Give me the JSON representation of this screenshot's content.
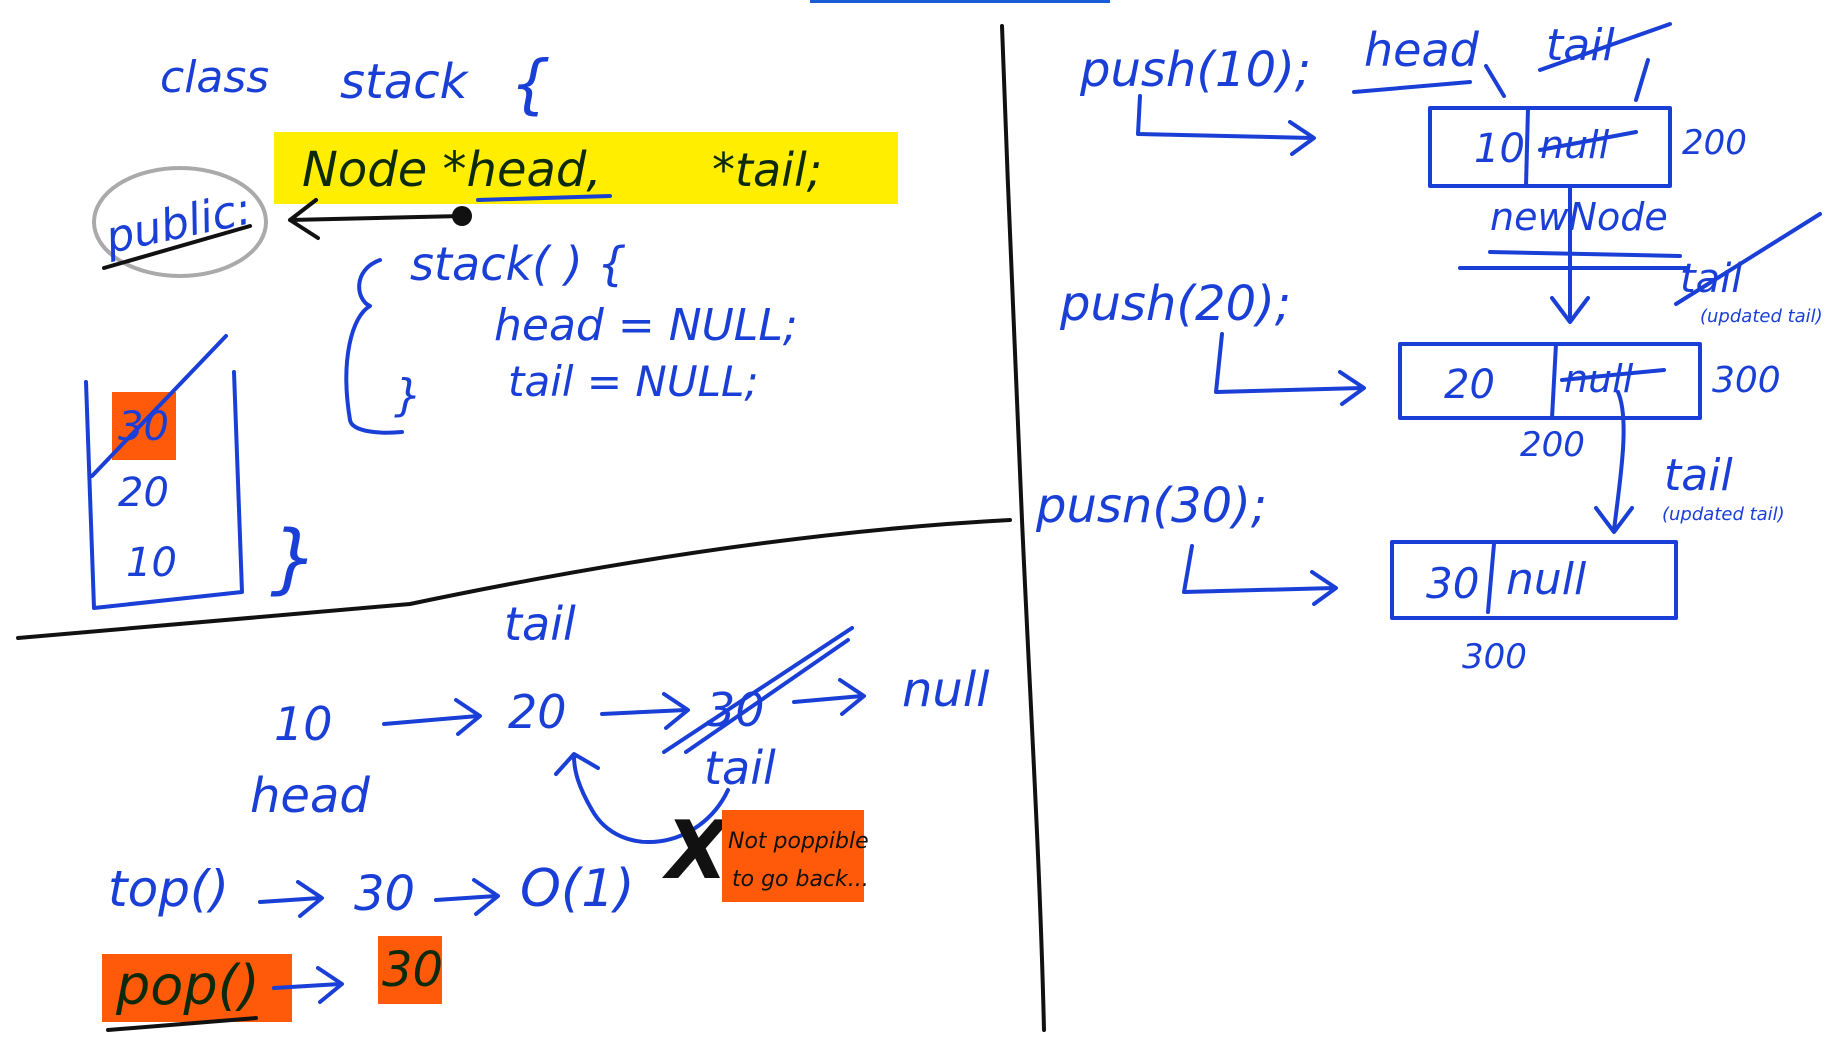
{
  "class_panel": {
    "class_keyword": "class",
    "class_name": "stack",
    "open_brace": "{",
    "members_line": "Node *head,",
    "tail_member": "*tail;",
    "access_label": "public:",
    "constructor_header": "stack( ) {",
    "init_head": "head = NULL;",
    "init_tail": "tail = NULL;",
    "ctor_close": "}",
    "class_close": "}",
    "stack_items": [
      "30",
      "20",
      "10"
    ],
    "highlight_color": "#ffee00",
    "orange_color": "#ff5a0a"
  },
  "list_panel": {
    "nodes": [
      "10",
      "20",
      "30"
    ],
    "null_label": "null",
    "tail_label_top": "tail",
    "tail_label_bottom": "tail",
    "head_label": "head",
    "top_expr": "top()",
    "top_value": "30",
    "top_complexity": "O(1)",
    "pop_expr": "pop()",
    "pop_value": "30",
    "note": [
      "Not poppible",
      "to go back..."
    ],
    "cross_mark": "X"
  },
  "push_panel": {
    "calls": [
      "push(10);",
      "push(20);",
      "pusn(30);"
    ],
    "head_label": "head",
    "tail_label": "tail",
    "new_node_label": "newNode",
    "tail_label_2": "tail",
    "updated_tail_2": "(updated tail)",
    "tail_label_3": "tail",
    "updated_tail_3": "(updated tail)",
    "nodes": [
      {
        "value": "10",
        "next": "null",
        "address": "200"
      },
      {
        "value": "20",
        "next": "null",
        "address": "300",
        "below": "200"
      },
      {
        "value": "30",
        "next": "null",
        "below": "300"
      }
    ]
  }
}
